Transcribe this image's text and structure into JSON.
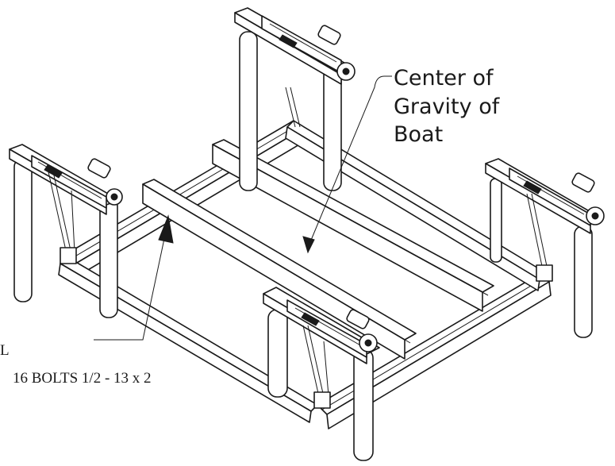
{
  "callouts": {
    "center_of_gravity": [
      "Center of",
      "Gravity of",
      "Boat"
    ],
    "bolt_left_fragment": "L",
    "bolt_spec": "16 BOLTS 1/2 - 13 x 2"
  },
  "colors": {
    "ink": "#1a1a1a",
    "paper": "#ffffff"
  }
}
